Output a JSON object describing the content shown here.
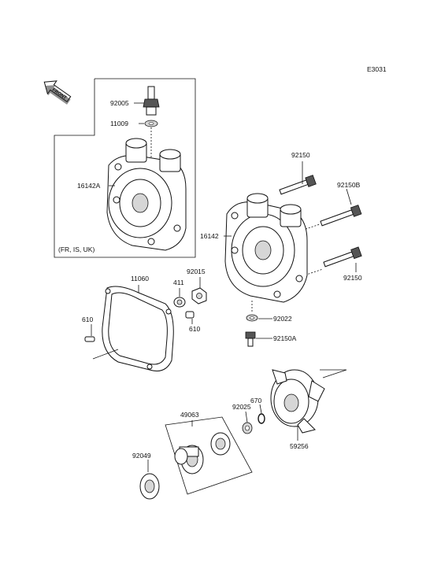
{
  "diagram": {
    "code": "E3031",
    "front_label": "FRONT",
    "variant_note": "(FR, IS, UK)",
    "parts": {
      "p92005": "92005",
      "p11009": "11009",
      "p16142A": "16142A",
      "p92150_top": "92150",
      "p92150B": "92150B",
      "p16142": "16142",
      "p92150_right": "92150",
      "p11060": "11060",
      "p411": "411",
      "p92015": "92015",
      "p610_left": "610",
      "p610_right": "610",
      "p92022": "92022",
      "p92150A": "92150A",
      "p670": "670",
      "p92025": "92025",
      "p49063": "49063",
      "p59256": "59256",
      "p92049": "92049"
    }
  }
}
